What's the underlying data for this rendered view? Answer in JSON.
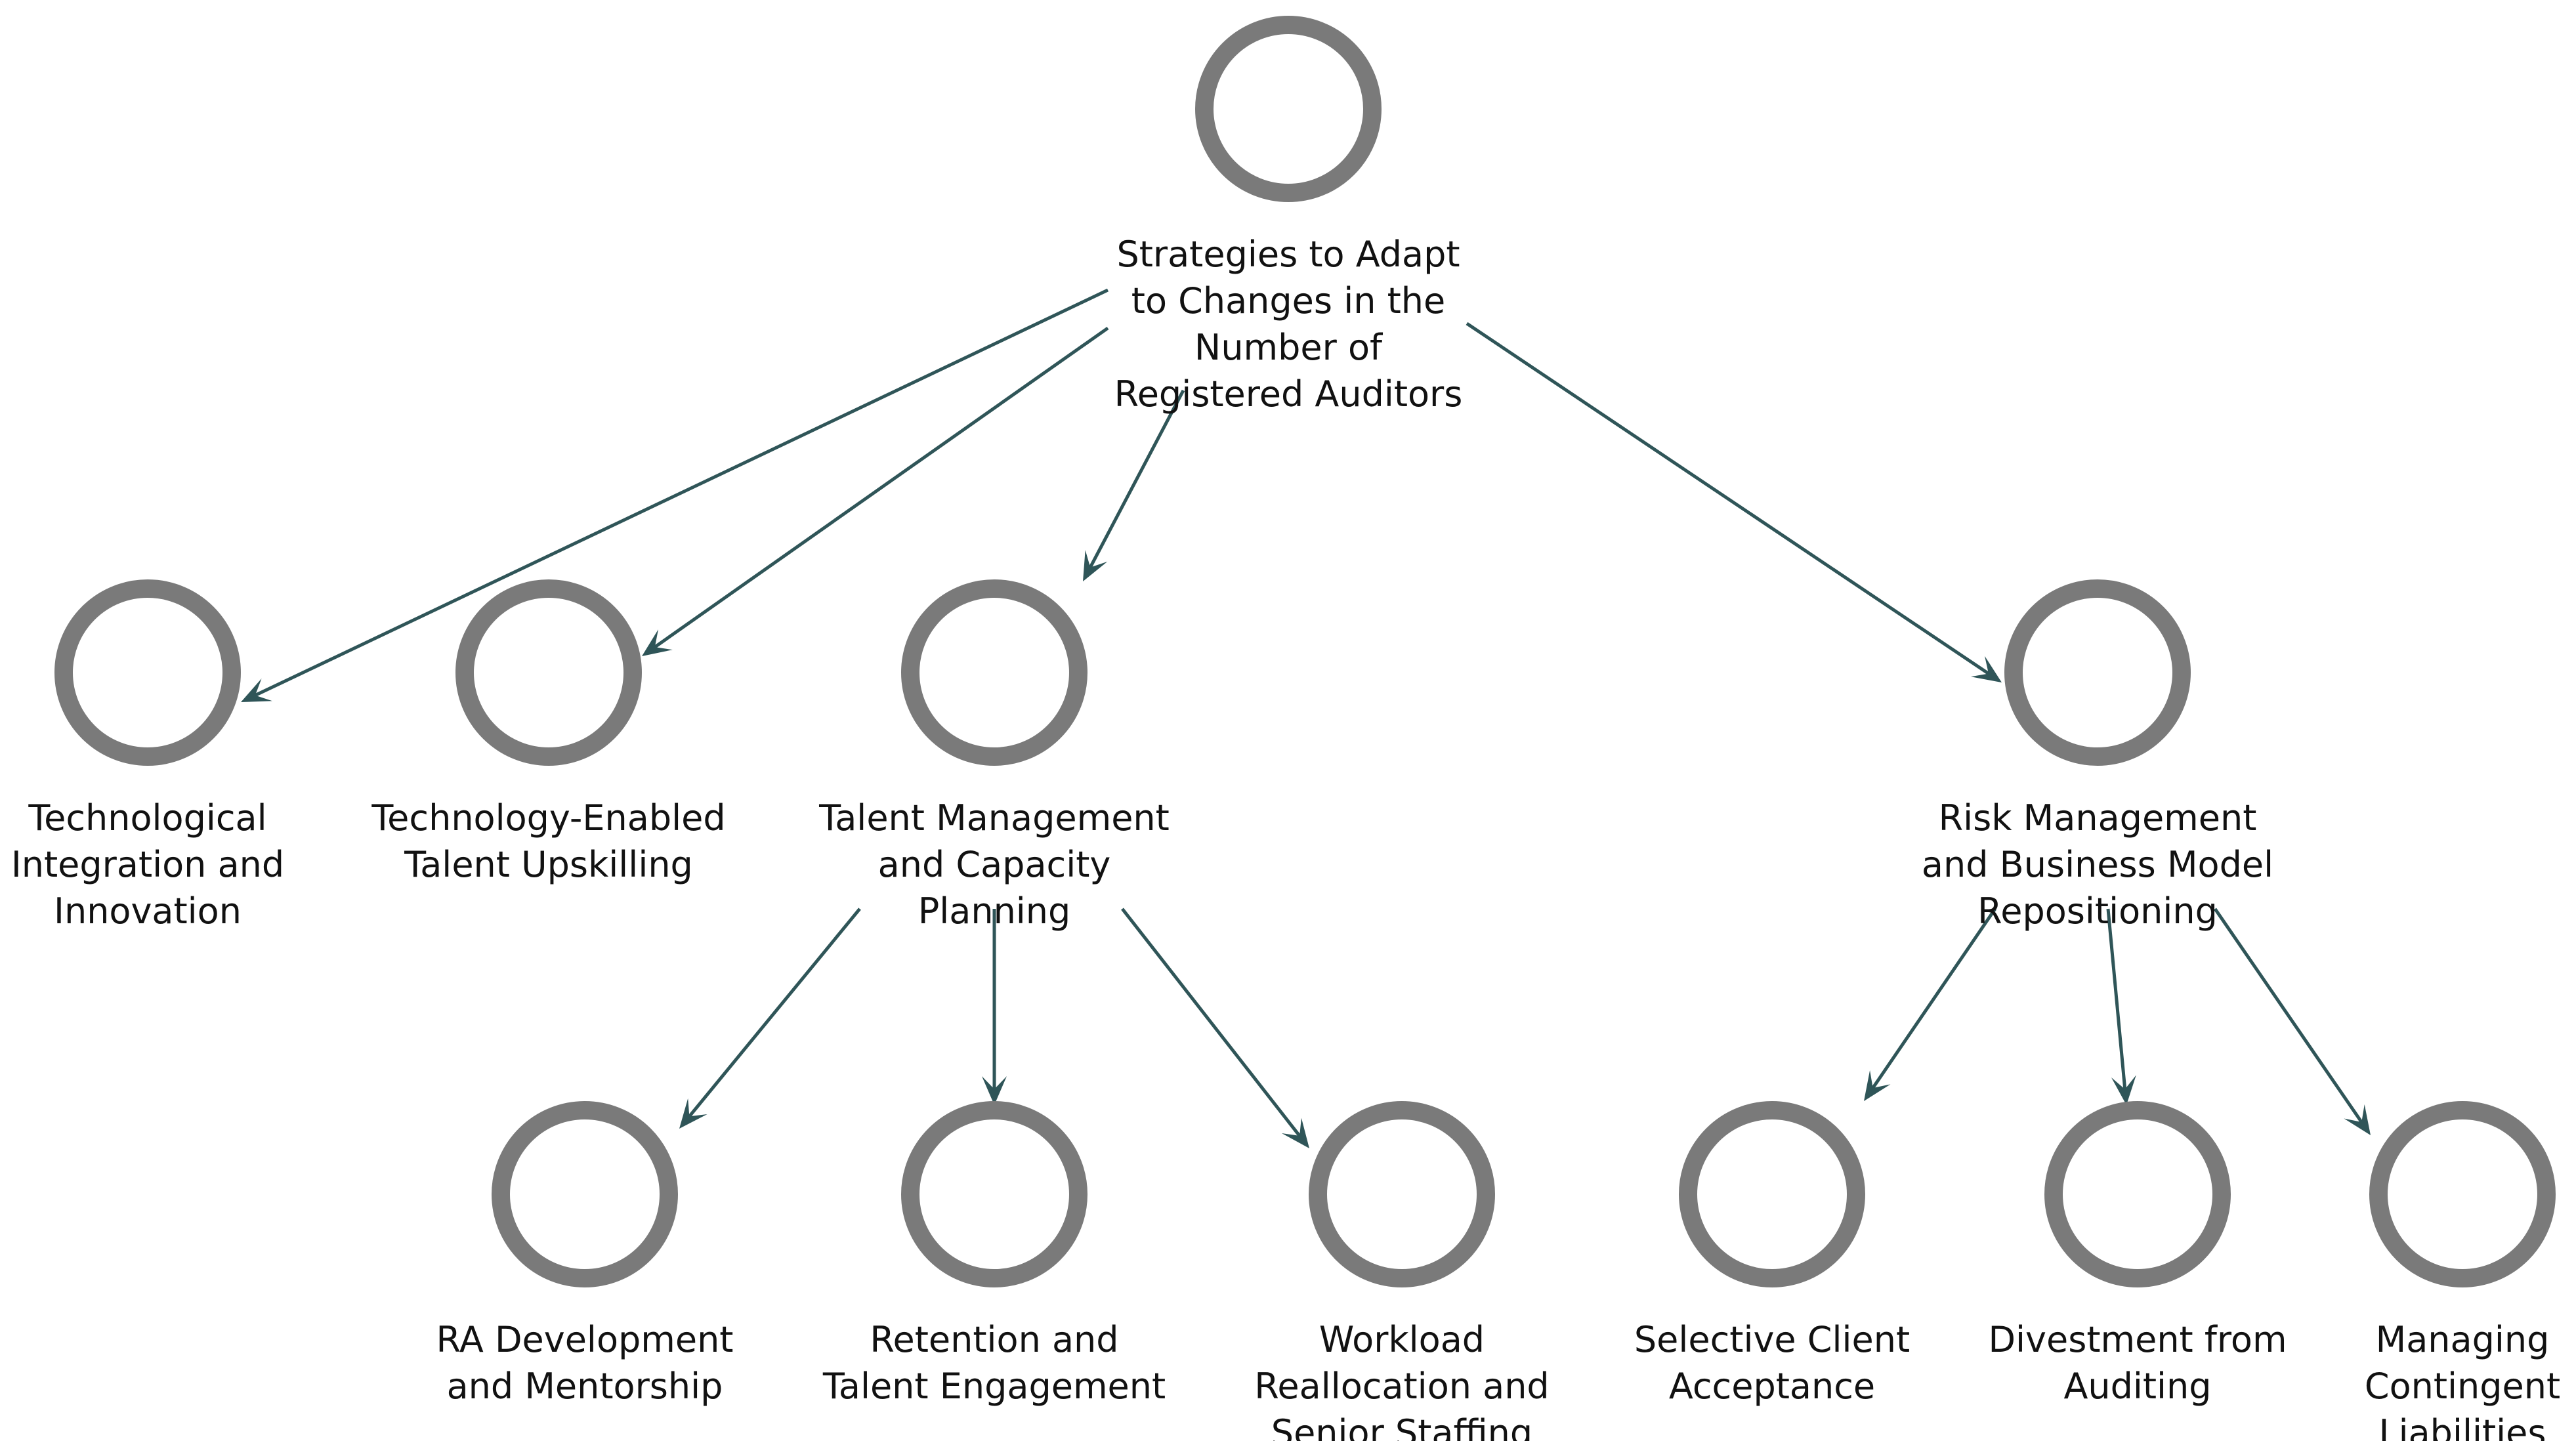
{
  "colors": {
    "node_ring": "#7a7a7a",
    "edge": "#2f5558",
    "text": "#111111",
    "background": "#ffffff"
  },
  "nodes": [
    {
      "id": "root",
      "label_lines": [
        "Strategies to Adapt",
        "to Changes in the",
        "Number of",
        "Registered Auditors"
      ]
    },
    {
      "id": "tech-integration",
      "label_lines": [
        "Technological",
        "Integration and",
        "Innovation"
      ]
    },
    {
      "id": "tech-upskilling",
      "label_lines": [
        "Technology-Enabled",
        "Talent Upskilling"
      ]
    },
    {
      "id": "talent-management",
      "label_lines": [
        "Talent Management",
        "and Capacity",
        "Planning"
      ]
    },
    {
      "id": "risk-management",
      "label_lines": [
        "Risk Management",
        "and Business Model",
        "Repositioning"
      ]
    },
    {
      "id": "ra-development",
      "label_lines": [
        "RA Development",
        "and Mentorship"
      ]
    },
    {
      "id": "retention",
      "label_lines": [
        "Retention and",
        "Talent Engagement"
      ]
    },
    {
      "id": "workload",
      "label_lines": [
        "Workload",
        "Reallocation and",
        "Senior Staffing"
      ]
    },
    {
      "id": "selective-client",
      "label_lines": [
        "Selective Client",
        "Acceptance"
      ]
    },
    {
      "id": "divestment",
      "label_lines": [
        "Divestment from",
        "Auditing"
      ]
    },
    {
      "id": "contingent",
      "label_lines": [
        "Managing",
        "Contingent",
        "Liabilities"
      ]
    }
  ],
  "edges": [
    {
      "from": "root",
      "to": "tech-integration"
    },
    {
      "from": "root",
      "to": "tech-upskilling"
    },
    {
      "from": "root",
      "to": "talent-management"
    },
    {
      "from": "root",
      "to": "risk-management"
    },
    {
      "from": "talent-management",
      "to": "ra-development"
    },
    {
      "from": "talent-management",
      "to": "retention"
    },
    {
      "from": "talent-management",
      "to": "workload"
    },
    {
      "from": "risk-management",
      "to": "selective-client"
    },
    {
      "from": "risk-management",
      "to": "divestment"
    },
    {
      "from": "risk-management",
      "to": "contingent"
    }
  ]
}
